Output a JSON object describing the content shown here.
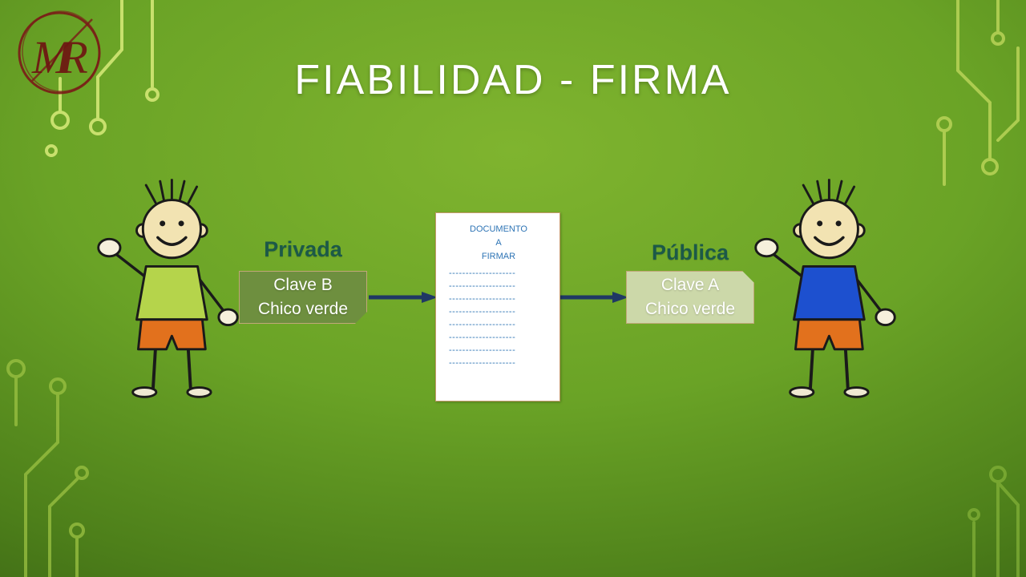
{
  "slide": {
    "title": "FIABILIDAD - FIRMA"
  },
  "logo": {
    "text": "MR"
  },
  "left": {
    "key_label": "Privada",
    "box_line1": "Clave B",
    "box_line2": "Chico verde"
  },
  "right": {
    "key_label": "Pública",
    "box_line1": "Clave A",
    "box_line2": "Chico verde"
  },
  "document": {
    "header": [
      "DOCUMENTO",
      "A",
      "FIRMAR"
    ],
    "lines": [
      "--------------------",
      "--------------------",
      "--------------------",
      "--------------------",
      "--------------------",
      "--------------------",
      "--------------------",
      "--------------------"
    ]
  },
  "colors": {
    "title": "#ffffff",
    "label": "#1c5948",
    "arrow": "#1f3864",
    "box_left_bg": "#6e8f3f",
    "box_right_bg": "#ccd8a9",
    "box_border": "#c0a878",
    "doc_border": "#c49a6c",
    "doc_text": "#2e74b5",
    "shirt_left": "#b5d44b",
    "shirt_right": "#1d50cf",
    "shorts": "#e2711d"
  }
}
